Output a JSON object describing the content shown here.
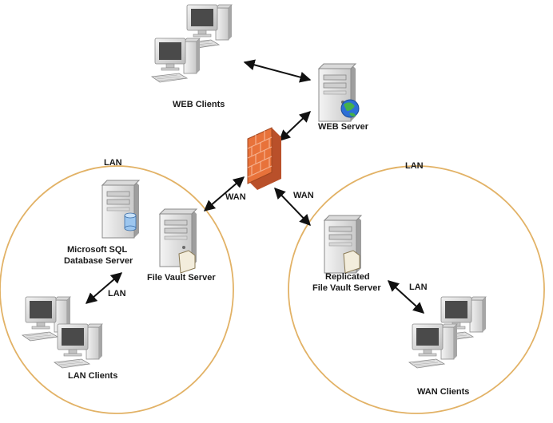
{
  "nodes": {
    "web_clients": {
      "label": "WEB Clients"
    },
    "web_server": {
      "label": "WEB Server"
    },
    "sql_server": {
      "label_line1": "Microsoft SQL",
      "label_line2": "Database Server"
    },
    "file_vault": {
      "label": "File Vault Server"
    },
    "lan_clients": {
      "label": "LAN Clients"
    },
    "replicated_vault": {
      "label_line1": "Replicated",
      "label_line2": "File Vault Server"
    },
    "wan_clients": {
      "label": "WAN Clients"
    }
  },
  "zones": {
    "left": {
      "label": "LAN"
    },
    "right": {
      "label": "LAN"
    }
  },
  "links": {
    "fw_to_left": {
      "label": "WAN"
    },
    "fw_to_right": {
      "label": "WAN"
    },
    "left_internal": {
      "label": "LAN"
    },
    "right_internal": {
      "label": "LAN"
    }
  },
  "colors": {
    "zone_border": "#e2b266",
    "firewall": "#e8723a",
    "firewall_dark": "#b9502a",
    "computer_body": "#e9e9e9",
    "computer_shade": "#b7b7b7",
    "screen": "#4a4a4a",
    "globe": "#2d6fd6"
  }
}
